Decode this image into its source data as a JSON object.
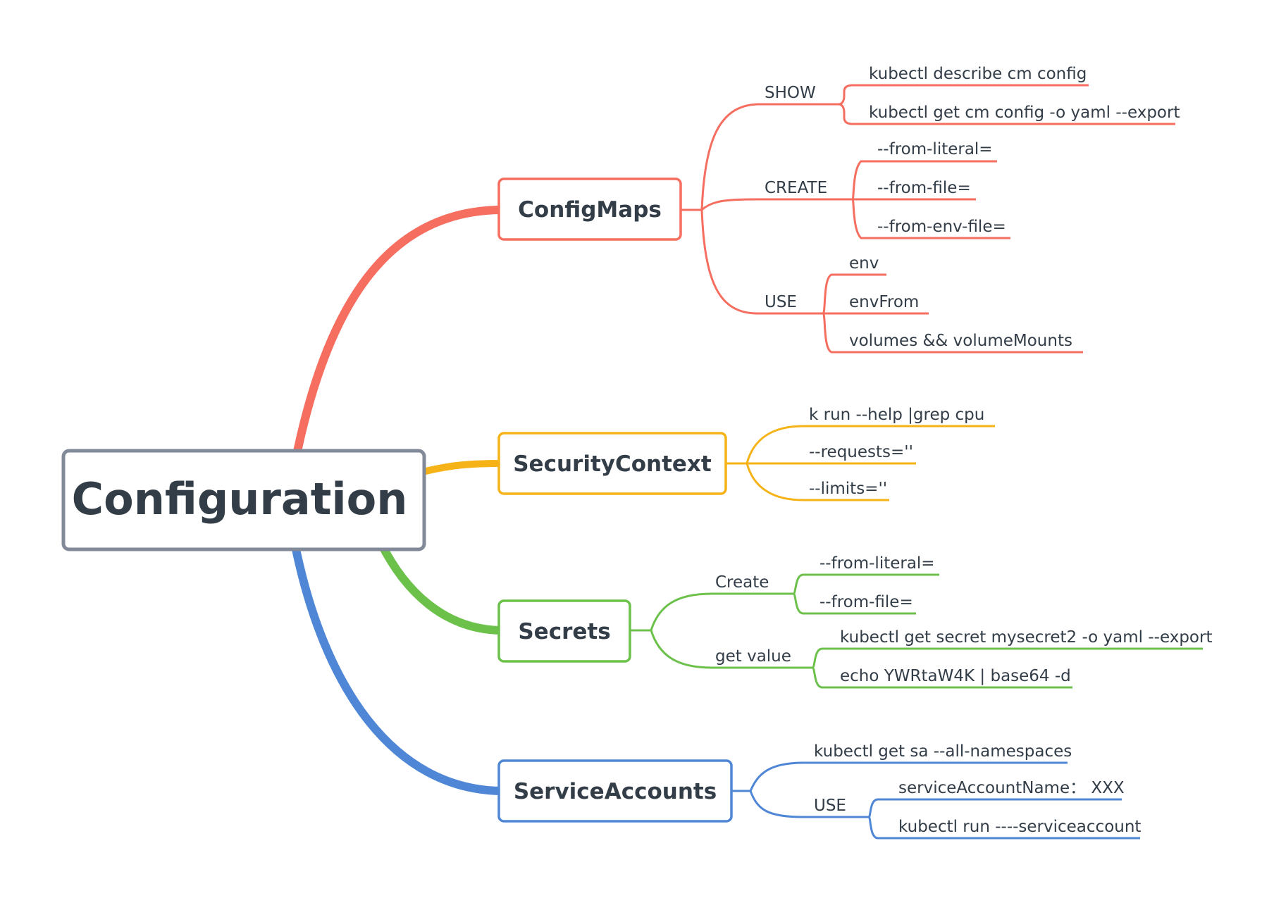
{
  "root": {
    "label": "Configuration"
  },
  "colors": {
    "configmaps": "#f56e5f",
    "securitycontext": "#f6b317",
    "secrets": "#6cc14b",
    "serviceaccounts": "#4f87d6",
    "root_border": "#828a99",
    "text": "#333d47"
  },
  "topics": {
    "configmaps": {
      "label": "ConfigMaps",
      "show": {
        "label": "SHOW",
        "items": [
          "kubectl describe cm config",
          "kubectl get cm config -o yaml --export"
        ]
      },
      "create": {
        "label": "CREATE",
        "items": [
          "--from-literal=",
          "--from-file=",
          "--from-env-file="
        ]
      },
      "use": {
        "label": "USE",
        "items": [
          "env",
          "envFrom",
          "volumes &&  volumeMounts"
        ]
      }
    },
    "securitycontext": {
      "label": "SecurityContext",
      "items": [
        "k run --help |grep cpu",
        "--requests=''",
        "--limits=''"
      ]
    },
    "secrets": {
      "label": "Secrets",
      "create": {
        "label": "Create",
        "items": [
          "--from-literal=",
          "--from-file="
        ]
      },
      "get_value": {
        "label": "get value",
        "items": [
          "kubectl get secret mysecret2 -o yaml --export",
          "echo YWRtaW4K | base64 -d"
        ]
      }
    },
    "serviceaccounts": {
      "label": "ServiceAccounts",
      "get_sa": {
        "label": "kubectl get sa --all-namespaces"
      },
      "use": {
        "label": "USE",
        "items": [
          "serviceAccountName：  XXX",
          "kubectl run ----serviceaccount"
        ]
      }
    }
  }
}
